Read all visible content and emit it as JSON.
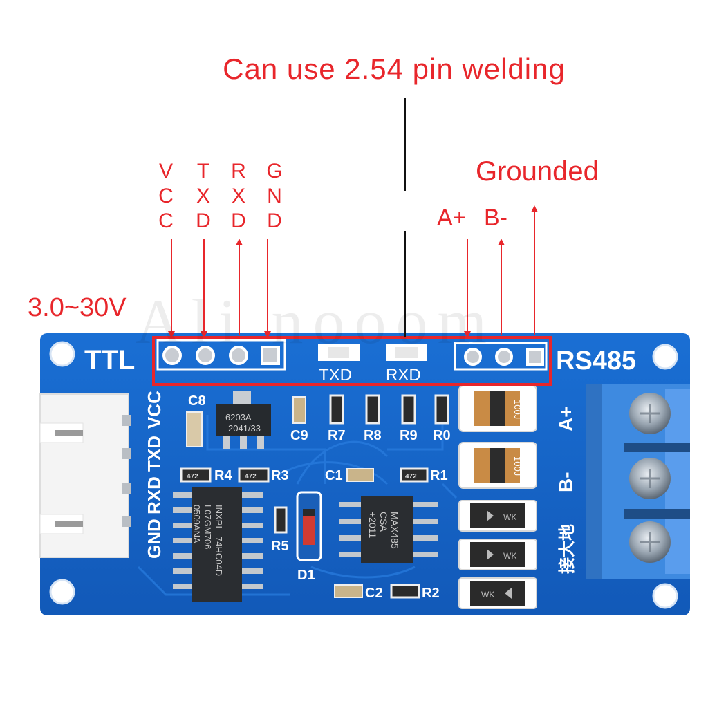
{
  "annotations": {
    "headline": "Can use 2.54 pin welding",
    "voltage": "3.0~30V",
    "grounded": "Grounded",
    "pin_a": "A+",
    "pin_b": "B-",
    "vcc": [
      "V",
      "C",
      "C"
    ],
    "txd": [
      "T",
      "X",
      "D"
    ],
    "rxd": [
      "R",
      "X",
      "D"
    ],
    "gnd": [
      "G",
      "N",
      "D"
    ]
  },
  "board": {
    "ttl_label": "TTL",
    "rs485_label": "RS485",
    "txd_led_label": "TXD",
    "rxd_led_label": "RXD",
    "side_labels": [
      "GND",
      "RXD",
      "TXD",
      "VCC"
    ],
    "terminal_labels": [
      "A+",
      "B-",
      "接大地"
    ],
    "regulator_text": [
      "6203A",
      "2041/33"
    ],
    "inverter_text": [
      "INXPI",
      "74HC04D",
      "L07GM706",
      "0509ANA"
    ],
    "transceiver_text": [
      "MAX485",
      "CSA",
      "+2011"
    ],
    "inductor_text": "100J",
    "tvs_text": "WK",
    "resistor_code": "472",
    "component_labels": {
      "c8": "C8",
      "c9": "C9",
      "r7": "R7",
      "r8": "R8",
      "r9": "R9",
      "r0": "R0",
      "r4": "R4",
      "r3": "R3",
      "c1": "C1",
      "r1": "R1",
      "r5": "R5",
      "d1": "D1",
      "c2": "C2",
      "r2": "R2"
    }
  },
  "colors": {
    "annotation": "#e8262b",
    "pcb": "#1565c8",
    "silkscreen": "#ffffff",
    "terminal": "#3c86d8"
  }
}
